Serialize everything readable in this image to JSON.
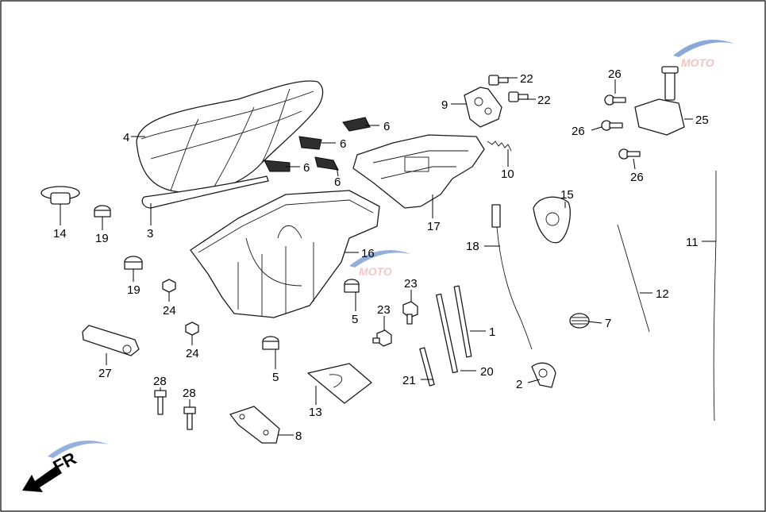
{
  "direction_label": "FR",
  "watermark_text": "MOTO",
  "callouts": [
    {
      "id": "4",
      "label": "4"
    },
    {
      "id": "6a",
      "label": "6"
    },
    {
      "id": "6b",
      "label": "6"
    },
    {
      "id": "6c",
      "label": "6"
    },
    {
      "id": "6d",
      "label": "6"
    },
    {
      "id": "9",
      "label": "9"
    },
    {
      "id": "22a",
      "label": "22"
    },
    {
      "id": "22b",
      "label": "22"
    },
    {
      "id": "26a",
      "label": "26"
    },
    {
      "id": "26b",
      "label": "26"
    },
    {
      "id": "26c",
      "label": "26"
    },
    {
      "id": "25",
      "label": "25"
    },
    {
      "id": "10",
      "label": "10"
    },
    {
      "id": "17",
      "label": "17"
    },
    {
      "id": "14",
      "label": "14"
    },
    {
      "id": "19a",
      "label": "19"
    },
    {
      "id": "3",
      "label": "3"
    },
    {
      "id": "16",
      "label": "16"
    },
    {
      "id": "15",
      "label": "15"
    },
    {
      "id": "18",
      "label": "18"
    },
    {
      "id": "11",
      "label": "11"
    },
    {
      "id": "12",
      "label": "12"
    },
    {
      "id": "19b",
      "label": "19"
    },
    {
      "id": "24a",
      "label": "24"
    },
    {
      "id": "5a",
      "label": "5"
    },
    {
      "id": "23a",
      "label": "23"
    },
    {
      "id": "23b",
      "label": "23"
    },
    {
      "id": "1",
      "label": "1"
    },
    {
      "id": "7",
      "label": "7"
    },
    {
      "id": "24b",
      "label": "24"
    },
    {
      "id": "27",
      "label": "27"
    },
    {
      "id": "5b",
      "label": "5"
    },
    {
      "id": "21",
      "label": "21"
    },
    {
      "id": "20",
      "label": "20"
    },
    {
      "id": "2",
      "label": "2"
    },
    {
      "id": "28a",
      "label": "28"
    },
    {
      "id": "28b",
      "label": "28"
    },
    {
      "id": "13",
      "label": "13"
    },
    {
      "id": "8",
      "label": "8"
    }
  ],
  "colors": {
    "line": "#1a1a1a",
    "watermark_red": "#d64545",
    "watermark_blue": "#3f6fc2"
  }
}
